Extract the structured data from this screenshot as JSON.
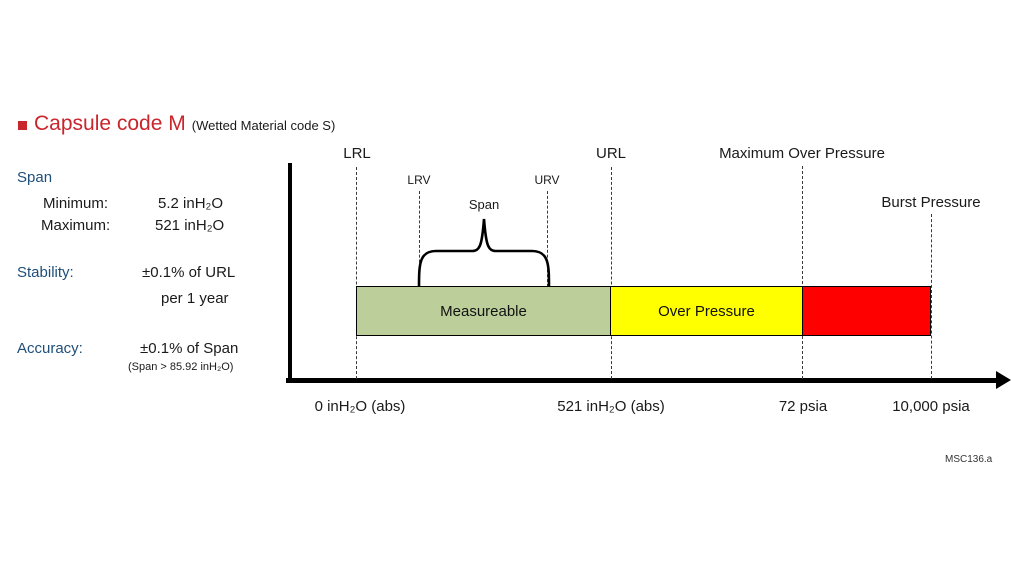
{
  "title": {
    "main": "Capsule code M",
    "suffix": "(Wetted Material code S)"
  },
  "specs": {
    "span_label": "Span",
    "rows": [
      {
        "label": "Minimum:",
        "value": "5.2 inH₂O"
      },
      {
        "label": "Maximum:",
        "value": "521 inH₂O"
      }
    ],
    "stability_label": "Stability:",
    "stability_value": "±0.1% of URL",
    "stability_value2": "per 1 year",
    "accuracy_label": "Accuracy:",
    "accuracy_value": "±0.1% of Span",
    "accuracy_note": "(Span > 85.92 inH₂O)"
  },
  "diagram": {
    "markers": {
      "lrl": "LRL",
      "url": "URL",
      "max_over_pressure": "Maximum Over Pressure",
      "burst_pressure": "Burst Pressure",
      "lrv": "LRV",
      "urv": "URV",
      "span": "Span"
    },
    "bars": [
      {
        "label": "Measureable",
        "color": "#bccf9b"
      },
      {
        "label": "Over Pressure",
        "color": "#ffff00"
      },
      {
        "label": "",
        "color": "#fe0000"
      }
    ],
    "axis_labels": [
      "0 inH₂O (abs)",
      "521 inH₂O (abs)",
      "72 psia",
      "10,000 psia"
    ],
    "ranges": {
      "measurable": {
        "from": "0 inH₂O (abs)",
        "to": "521 inH₂O (abs)"
      },
      "over_pressure": {
        "from": "521 inH₂O (abs)",
        "to": "72 psia"
      },
      "burst": {
        "from": "72 psia",
        "to": "10,000 psia"
      }
    }
  },
  "footer": {
    "figure_code": "MSC136.a"
  },
  "colors": {
    "title_red": "#c9252c",
    "label_blue": "#1f4e79",
    "measurable_green": "#bccf9b",
    "over_pressure_yellow": "#ffff00",
    "burst_red": "#fe0000"
  }
}
